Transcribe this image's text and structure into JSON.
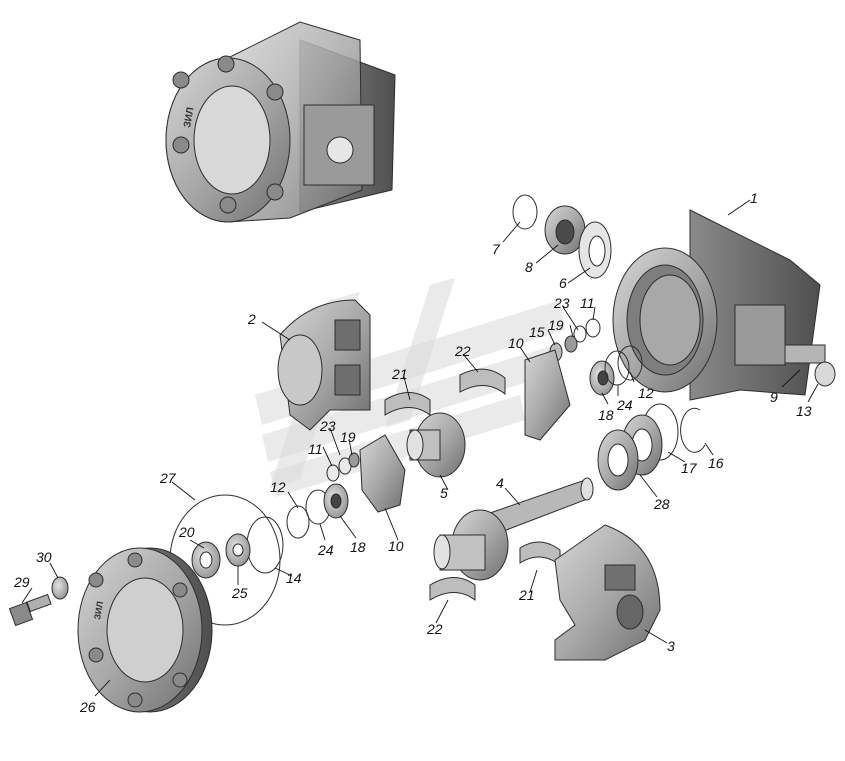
{
  "diagram": {
    "assembly_marking": "ЗИЛ",
    "callouts": [
      {
        "id": "c1",
        "label": "1"
      },
      {
        "id": "c2",
        "label": "2"
      },
      {
        "id": "c3",
        "label": "3"
      },
      {
        "id": "c4",
        "label": "4"
      },
      {
        "id": "c5",
        "label": "5"
      },
      {
        "id": "c6",
        "label": "6"
      },
      {
        "id": "c7",
        "label": "7"
      },
      {
        "id": "c8",
        "label": "8"
      },
      {
        "id": "c9",
        "label": "9"
      },
      {
        "id": "c10a",
        "label": "10"
      },
      {
        "id": "c10b",
        "label": "10"
      },
      {
        "id": "c11a",
        "label": "11"
      },
      {
        "id": "c11b",
        "label": "11"
      },
      {
        "id": "c12a",
        "label": "12"
      },
      {
        "id": "c12b",
        "label": "12"
      },
      {
        "id": "c13",
        "label": "13"
      },
      {
        "id": "c14",
        "label": "14"
      },
      {
        "id": "c15",
        "label": "15"
      },
      {
        "id": "c16",
        "label": "16"
      },
      {
        "id": "c17",
        "label": "17"
      },
      {
        "id": "c18a",
        "label": "18"
      },
      {
        "id": "c18b",
        "label": "18"
      },
      {
        "id": "c19a",
        "label": "19"
      },
      {
        "id": "c19b",
        "label": "19"
      },
      {
        "id": "c20",
        "label": "20"
      },
      {
        "id": "c21a",
        "label": "21"
      },
      {
        "id": "c21b",
        "label": "21"
      },
      {
        "id": "c22a",
        "label": "22"
      },
      {
        "id": "c22b",
        "label": "22"
      },
      {
        "id": "c23a",
        "label": "23"
      },
      {
        "id": "c23b",
        "label": "23"
      },
      {
        "id": "c24a",
        "label": "24"
      },
      {
        "id": "c24b",
        "label": "24"
      },
      {
        "id": "c25",
        "label": "25"
      },
      {
        "id": "c26",
        "label": "26"
      },
      {
        "id": "c27",
        "label": "27"
      },
      {
        "id": "c28",
        "label": "28"
      },
      {
        "id": "c29",
        "label": "29"
      },
      {
        "id": "c30",
        "label": "30"
      }
    ]
  }
}
